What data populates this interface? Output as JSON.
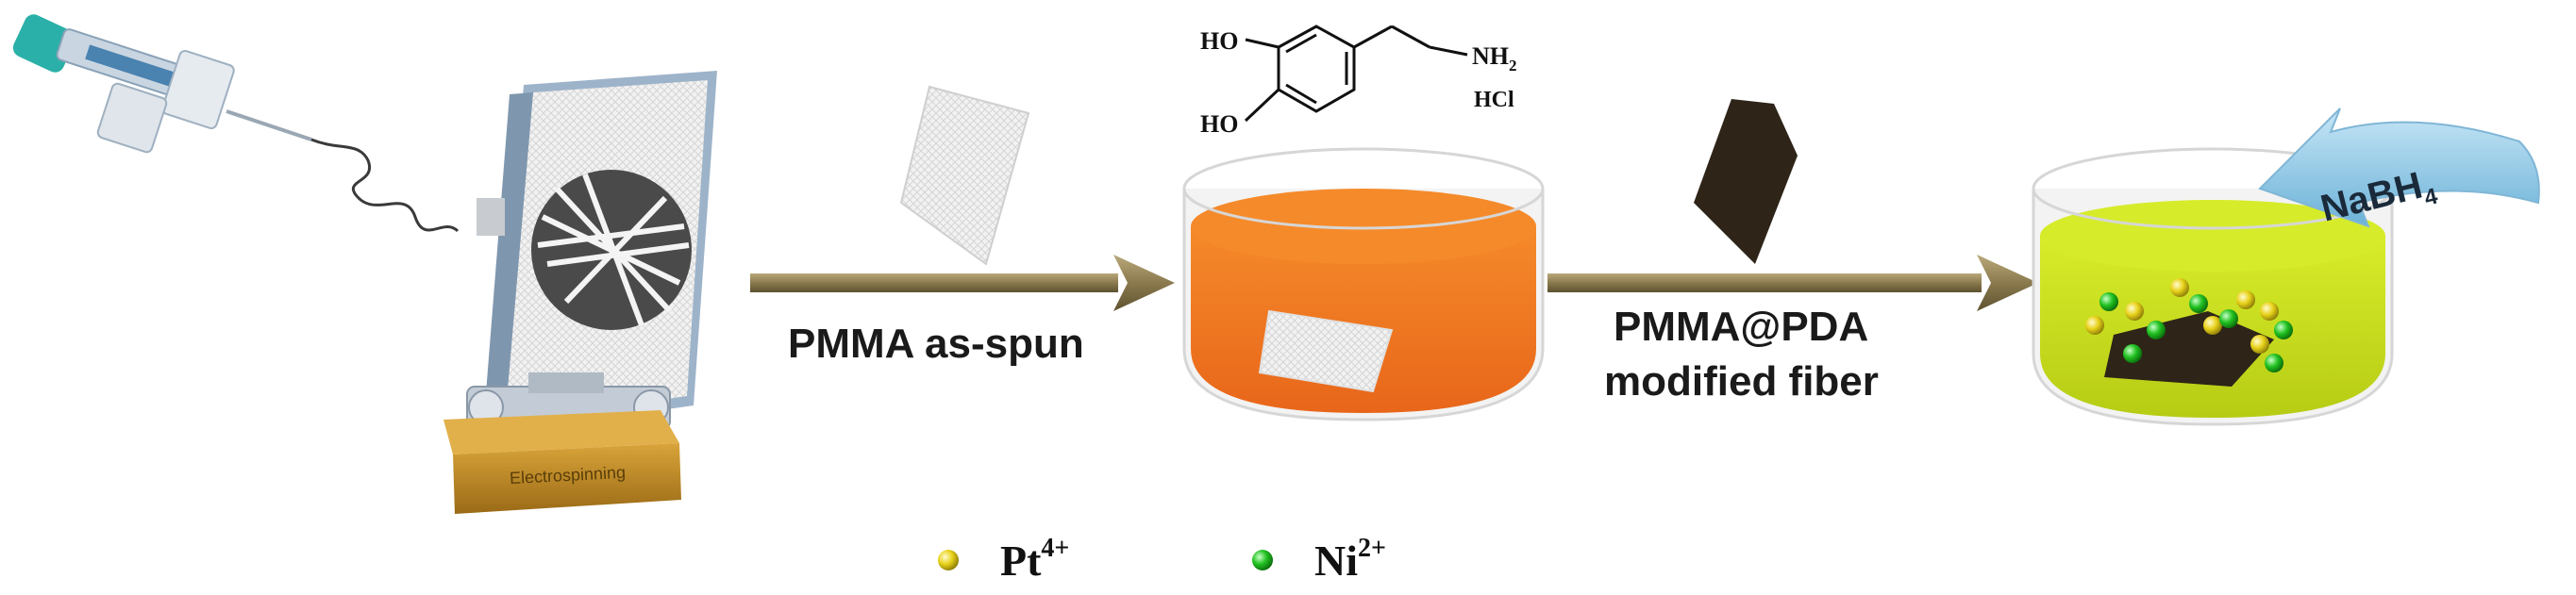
{
  "labels": {
    "step1": "PMMA as-spun",
    "step2_line1": "PMMA@PDA",
    "step2_line2": "modified fiber",
    "device_plate": "Electrospinning",
    "reducer": "NaBH",
    "reducer_sub": "4"
  },
  "molecule": {
    "oh_top": "HO",
    "oh_bottom": "HO",
    "amine": "NH",
    "amine_sub": "2",
    "salt": "HCl"
  },
  "legend": [
    {
      "ion": "Pt",
      "charge": "4+",
      "color": "#e8d21a"
    },
    {
      "ion": "Ni",
      "charge": "2+",
      "color": "#22c222"
    }
  ],
  "colors": {
    "arrow": "#8a7a4e",
    "dopamine_solution": "#f07a1a",
    "plating_solution": "#c8e020",
    "pda_fiber": "#2e2418",
    "nabh4_arrow": "#8ec8e8"
  }
}
